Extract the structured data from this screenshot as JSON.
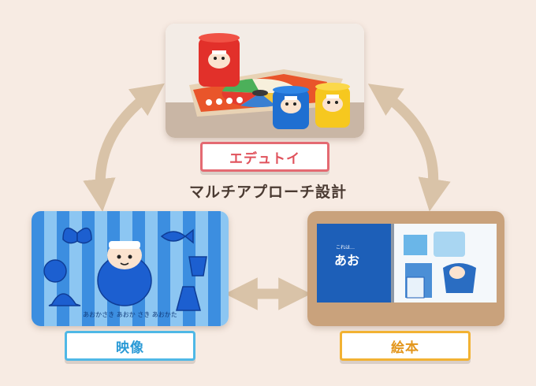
{
  "center_title": "マルチアプローチ設計",
  "nodes": {
    "toy": {
      "label": "エデュトイ",
      "border_color": "#e46a72",
      "text_color": "#e0525c"
    },
    "video": {
      "label": "映像",
      "border_color": "#4fb8e6",
      "text_color": "#2a9ad6",
      "caption": "あおかさき あおか さき あおかた"
    },
    "book": {
      "label": "絵本",
      "border_color": "#f2b233",
      "text_color": "#e3961c",
      "title_text": "あお",
      "top_text": "これは…"
    }
  },
  "arrow_color": "#d9c3a8"
}
